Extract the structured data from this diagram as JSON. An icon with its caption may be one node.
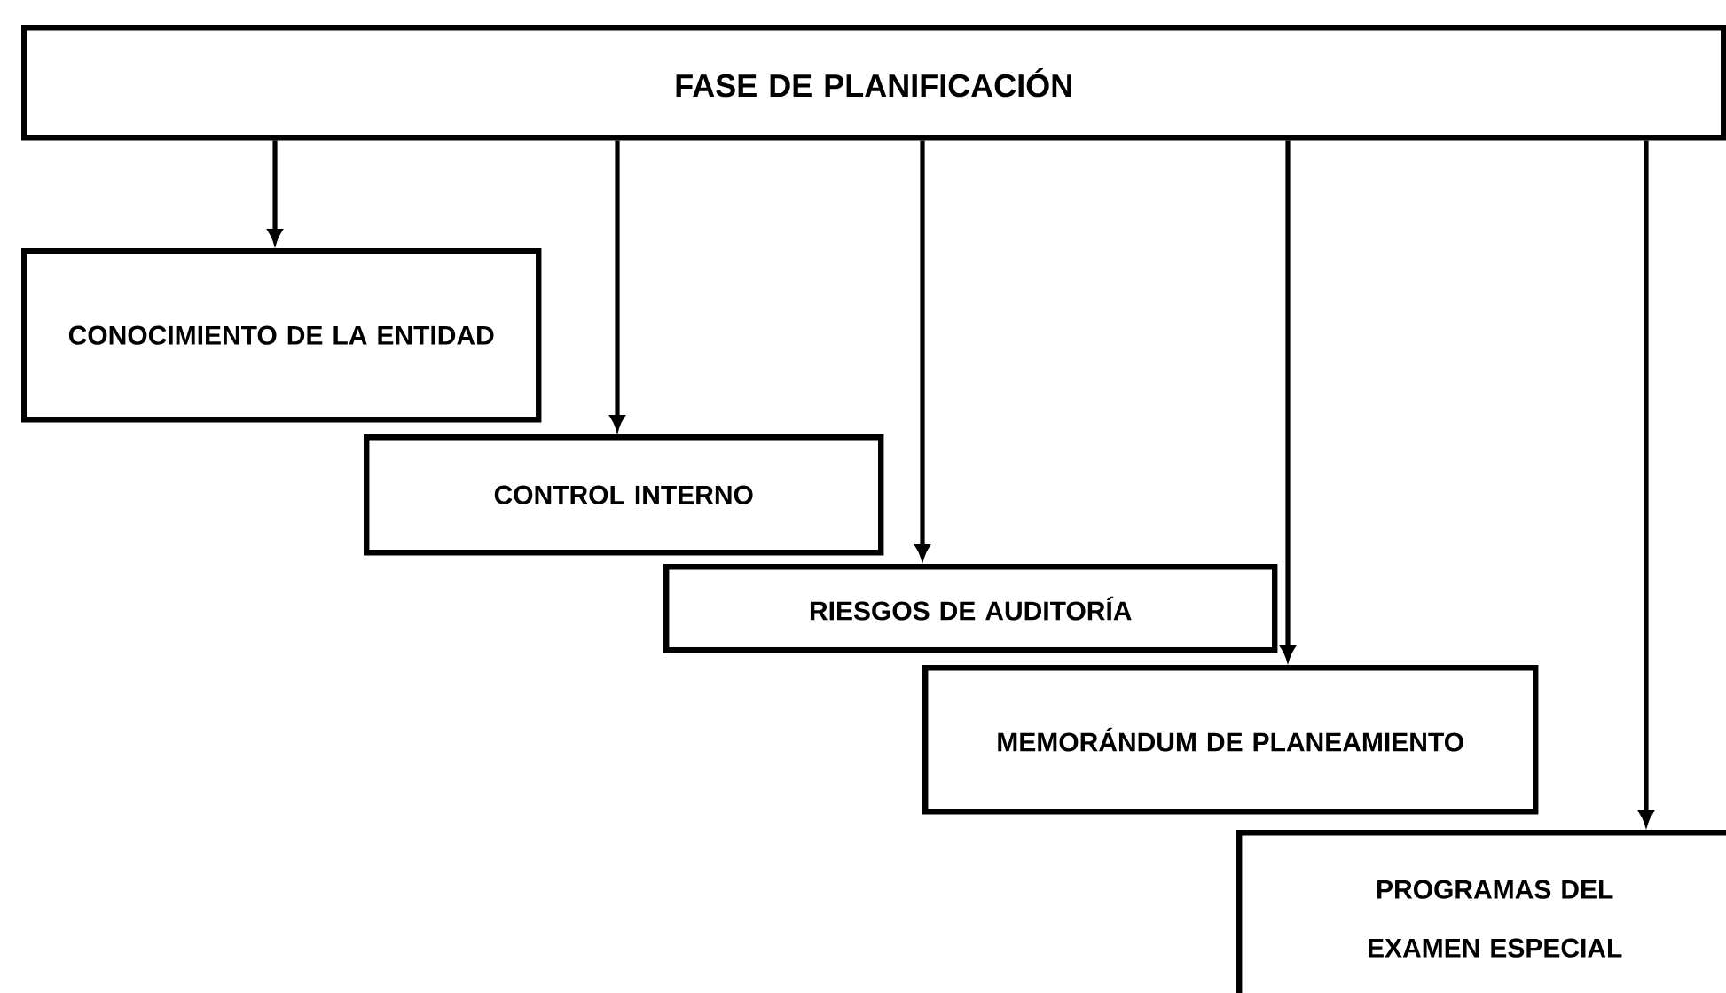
{
  "diagram": {
    "nodes": [
      {
        "text": [
          "FASE DE PLANIFICACIÓN"
        ]
      },
      {
        "text": [
          "CONOCIMIENTO DE LA ENTIDAD"
        ]
      },
      {
        "text": [
          "CONTROL INTERNO"
        ]
      },
      {
        "text": [
          "RIESGOS DE AUDITORÍA"
        ]
      },
      {
        "text": [
          "MEMORÁNDUM DE PLANEAMIENTO"
        ]
      },
      {
        "text": [
          "PROGRAMAS DEL EXAMEN ESPECIAL"
        ]
      }
    ],
    "edges": [
      {
        "from": 0,
        "to": 1,
        "arrow": "to"
      },
      {
        "from": 0,
        "to": 2,
        "arrow": "to"
      },
      {
        "from": 0,
        "to": 3,
        "arrow": "to"
      },
      {
        "from": 0,
        "to": 4,
        "arrow": "to"
      },
      {
        "from": 0,
        "to": 5,
        "arrow": "to"
      }
    ]
  }
}
